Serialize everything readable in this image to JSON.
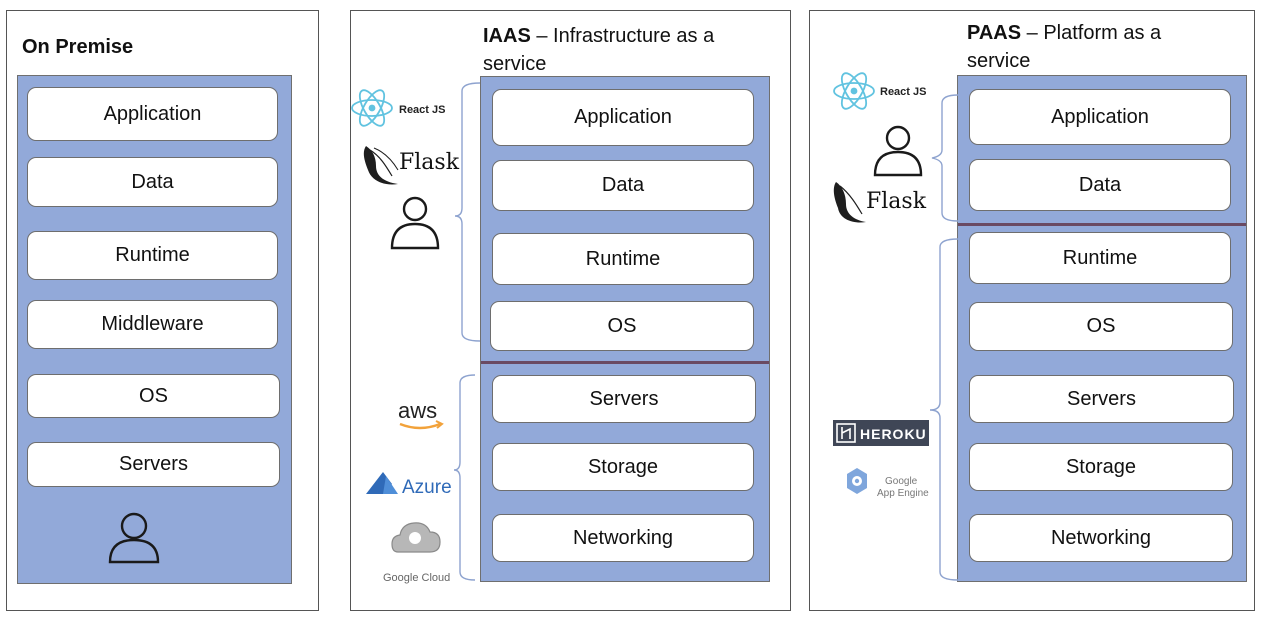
{
  "on_premise": {
    "title": "On Premise",
    "layers": [
      "Application",
      "Data",
      "Runtime",
      "Middleware",
      "OS",
      "Servers"
    ]
  },
  "iaas": {
    "title_bold": "IAAS",
    "title_rest": " – Infrastructure as a",
    "title_line2": "service",
    "layers": [
      "Application",
      "Data",
      "Runtime",
      "OS",
      "Servers",
      "Storage",
      "Networking"
    ],
    "user_logos": [
      "React JS",
      "Flask"
    ],
    "provider_logos": [
      "aws",
      "Azure",
      "Google Cloud"
    ]
  },
  "paas": {
    "title_bold": "PAAS",
    "title_rest": " – Platform as a",
    "title_line2": "service",
    "layers": [
      "Application",
      "Data",
      "Runtime",
      "OS",
      "Servers",
      "Storage",
      "Networking"
    ],
    "user_logos": [
      "React JS",
      "Flask"
    ],
    "provider_logos": [
      "HEROKU",
      "Google",
      "App Engine"
    ]
  },
  "colors": {
    "stack_fill": "#92a9d9",
    "divider": "#6a4a63",
    "aws_smile": "#f2a23a",
    "azure": "#2f6ab8",
    "heroku": "#3f4656",
    "react": "#61c3e0"
  }
}
